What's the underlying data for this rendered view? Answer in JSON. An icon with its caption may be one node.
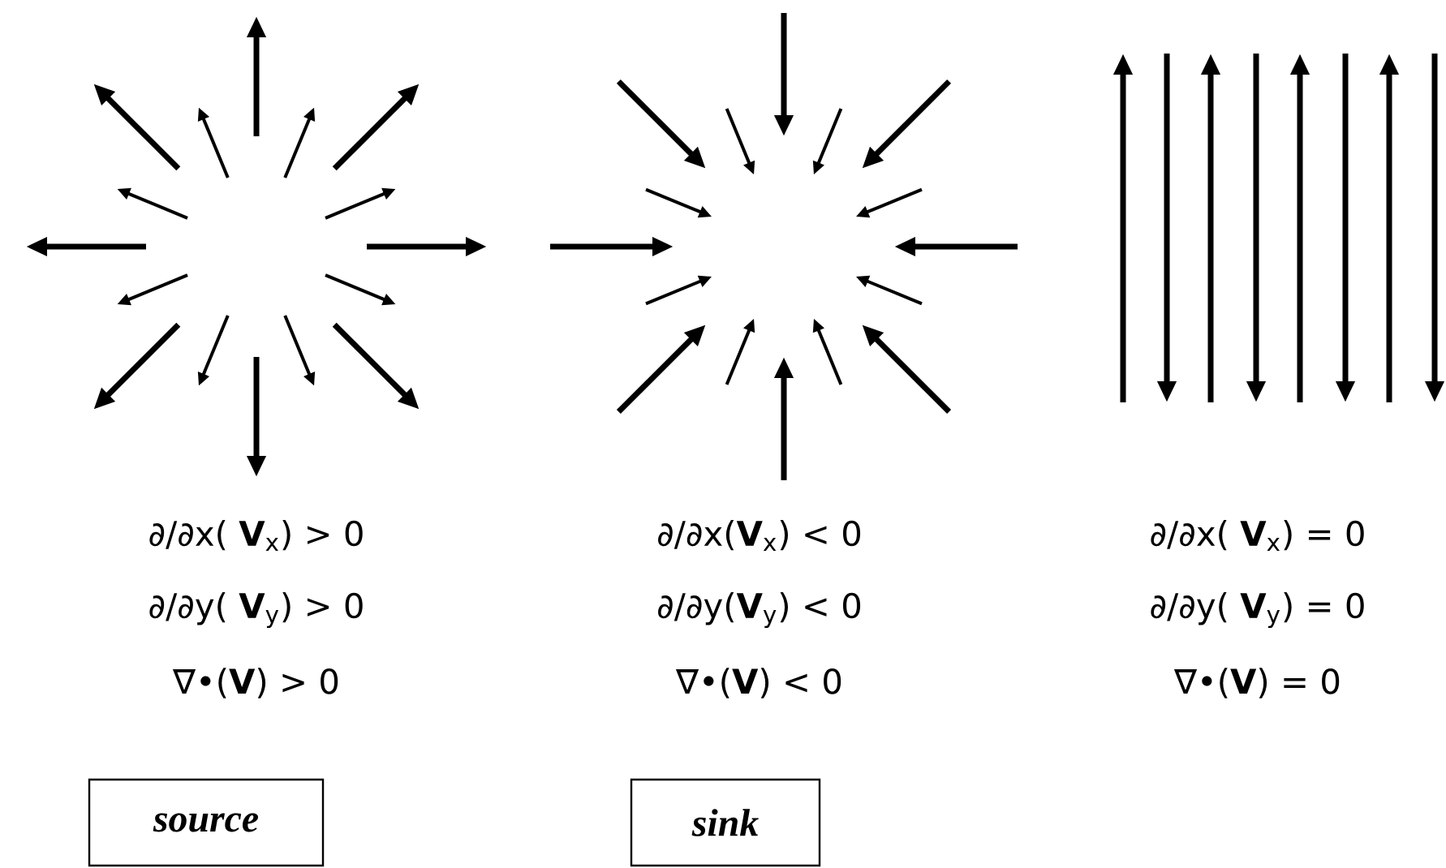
{
  "diagram": {
    "nodes": [
      {
        "text": [
          "source"
        ]
      },
      {
        "text": [
          "sink"
        ]
      }
    ],
    "labels": [
      "∂/∂x( **V**$_{x}$) > 0",
      "∂/∂x(**V**$_{x}$) < 0",
      "∂/∂x( **V**$_{x}$) = 0",
      "∂/∂y( **V**$_{y}$) > 0",
      "∂/∂y(**V**$_{y}$) < 0",
      "∂/∂y( **V**$_{y}$) = 0",
      "∇•(**V**) > 0",
      "∇•(**V**) < 0",
      "∇•(**V**) = 0"
    ]
  }
}
